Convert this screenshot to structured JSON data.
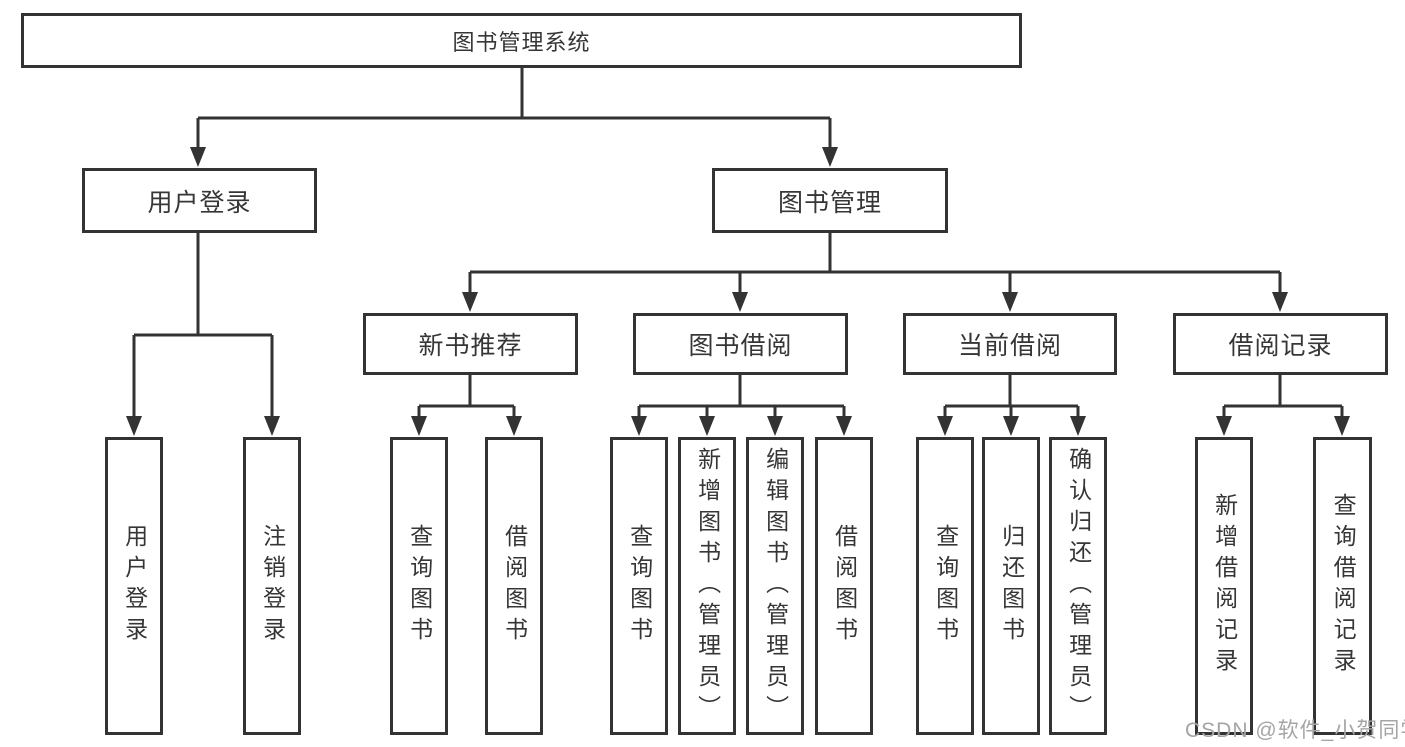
{
  "diagram": {
    "root": {
      "label": "图书管理系统"
    },
    "level2": [
      {
        "id": "user-login",
        "label": "用户登录"
      },
      {
        "id": "book-management",
        "label": "图书管理"
      }
    ],
    "level3": [
      {
        "id": "new-book-recommendation",
        "label": "新书推荐",
        "parent": "book-management"
      },
      {
        "id": "book-borrowing",
        "label": "图书借阅",
        "parent": "book-management"
      },
      {
        "id": "current-borrowing",
        "label": "当前借阅",
        "parent": "book-management"
      },
      {
        "id": "borrowing-records",
        "label": "借阅记录",
        "parent": "book-management"
      }
    ],
    "leaves": [
      {
        "parent": "user-login",
        "label": "用户登录"
      },
      {
        "parent": "user-login",
        "label": "注销登录"
      },
      {
        "parent": "new-book-recommendation",
        "label": "查询图书"
      },
      {
        "parent": "new-book-recommendation",
        "label": "借阅图书"
      },
      {
        "parent": "book-borrowing",
        "label": "查询图书"
      },
      {
        "parent": "book-borrowing",
        "label": "新增图书（管理员）"
      },
      {
        "parent": "book-borrowing",
        "label": "编辑图书（管理员）"
      },
      {
        "parent": "book-borrowing",
        "label": "借阅图书"
      },
      {
        "parent": "current-borrowing",
        "label": "查询图书"
      },
      {
        "parent": "current-borrowing",
        "label": "归还图书"
      },
      {
        "parent": "current-borrowing",
        "label": "确认归还（管理员）"
      },
      {
        "parent": "borrowing-records",
        "label": "新增借阅记录"
      },
      {
        "parent": "borrowing-records",
        "label": "查询借阅记录"
      }
    ]
  },
  "watermark": {
    "text": "CSDN @软件_小贺同学"
  },
  "colors": {
    "line": "#333333",
    "text": "#363636",
    "box_fill": "#ffffff",
    "watermark": "#a5a5a5"
  }
}
